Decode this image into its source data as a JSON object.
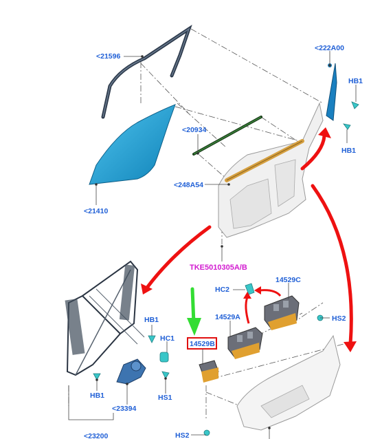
{
  "parts": {
    "p21596": "<21596",
    "p222A00": "<222A00",
    "hb1_a": "HB1",
    "hb1_b": "HB1",
    "p20934": "<20934",
    "p248A54": "<248A54",
    "p21410": "<21410",
    "tke": "TKE5010305A/B",
    "hc2": "HC2",
    "p14529C": "14529C",
    "p14529A": "14529A",
    "hs2_a": "HS2",
    "hb1_c": "HB1",
    "hc1": "HC1",
    "p14529B": "14529B",
    "hb1_d": "HB1",
    "hs1": "HS1",
    "p23394": "<23394",
    "p23200": "<23200",
    "hs2_b": "HS2"
  },
  "colors": {
    "label_blue": "#1f5fd6",
    "label_magenta": "#d21bd0",
    "arrow_red": "#ee1111",
    "arrow_green": "#33dd33",
    "highlight_box": "#e01010",
    "glass_blue": "#1a9ad0",
    "seal_orange": "#d6a040",
    "switch_orange": "#e0a030",
    "clip_cyan": "#39c6c8"
  }
}
